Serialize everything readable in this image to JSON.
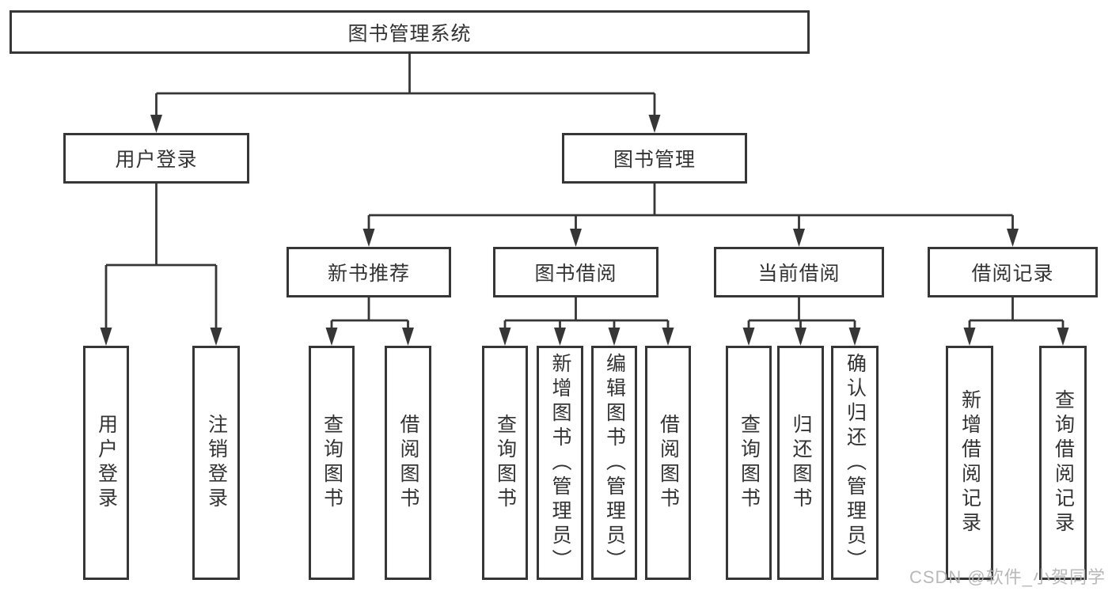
{
  "diagram": {
    "root": "图书管理系统",
    "branches": [
      {
        "label": "用户登录",
        "children": [
          "用户登录",
          "注销登录"
        ]
      },
      {
        "label": "图书管理",
        "sections": [
          {
            "label": "新书推荐",
            "children": [
              "查询图书",
              "借阅图书"
            ]
          },
          {
            "label": "图书借阅",
            "children": [
              "查询图书",
              "新增图书（管理员）",
              "编辑图书（管理员）",
              "借阅图书"
            ]
          },
          {
            "label": "当前借阅",
            "children": [
              "查询图书",
              "归还图书",
              "确认归还（管理员）"
            ]
          },
          {
            "label": "借阅记录",
            "children": [
              "新增借阅记录",
              "查询借阅记录"
            ]
          }
        ]
      }
    ]
  },
  "watermark": "CSDN @软件_小贺同学",
  "colors": {
    "line": "#363636",
    "text": "#333333",
    "box_background": "#ffffff",
    "watermark": "#b3b3b3"
  }
}
